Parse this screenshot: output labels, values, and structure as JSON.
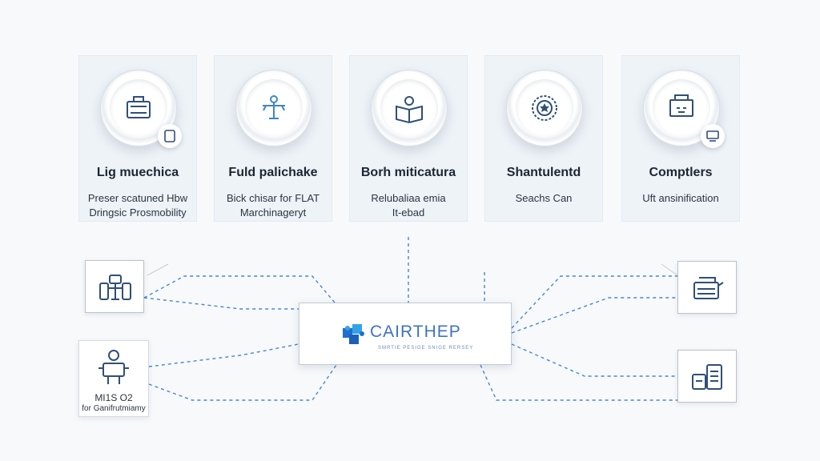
{
  "cards": [
    {
      "title": "Lig muechica",
      "desc_line1": "Preser scatuned Hbw",
      "desc_line2": "Dringsic Prosmobility",
      "icon": "toolbox-icon",
      "badge": "device-icon"
    },
    {
      "title": "Fuld palichake",
      "desc_line1": "Bick chisar for FLAT",
      "desc_line2": "Marchinageryt",
      "icon": "presenter-desk-icon",
      "badge": ""
    },
    {
      "title": "Borh miticatura",
      "desc_line1": "Relubaliaa emia",
      "desc_line2": "It-ebad",
      "icon": "book-reader-icon",
      "badge": ""
    },
    {
      "title": "Shantulentd",
      "desc_line1": "Seachs Can",
      "desc_line2": "",
      "icon": "gear-badge-icon",
      "badge": ""
    },
    {
      "title": "Comptlers",
      "desc_line1": "Uft ansinification",
      "desc_line2": "",
      "icon": "monitor-icon",
      "badge": "computer-icon"
    }
  ],
  "hub": {
    "title": "CAIRTHEP",
    "subtitle": "SMRTIE PESIGE SNIGE RERSEY",
    "icon": "puzzle-logo-icon"
  },
  "left_nodes": [
    {
      "icon": "machinery-icon"
    },
    {
      "icon": "robot-icon",
      "line1": "MI1S O2",
      "line2": "for Ganifrutmiamy"
    }
  ],
  "right_nodes": [
    {
      "icon": "printer-icon"
    },
    {
      "icon": "server-rack-icon"
    }
  ],
  "colors": {
    "accent": "#3f72c4",
    "connector": "#4a86cf",
    "icon_stroke": "#2f4f78",
    "card_bg": "#eef3f8"
  }
}
